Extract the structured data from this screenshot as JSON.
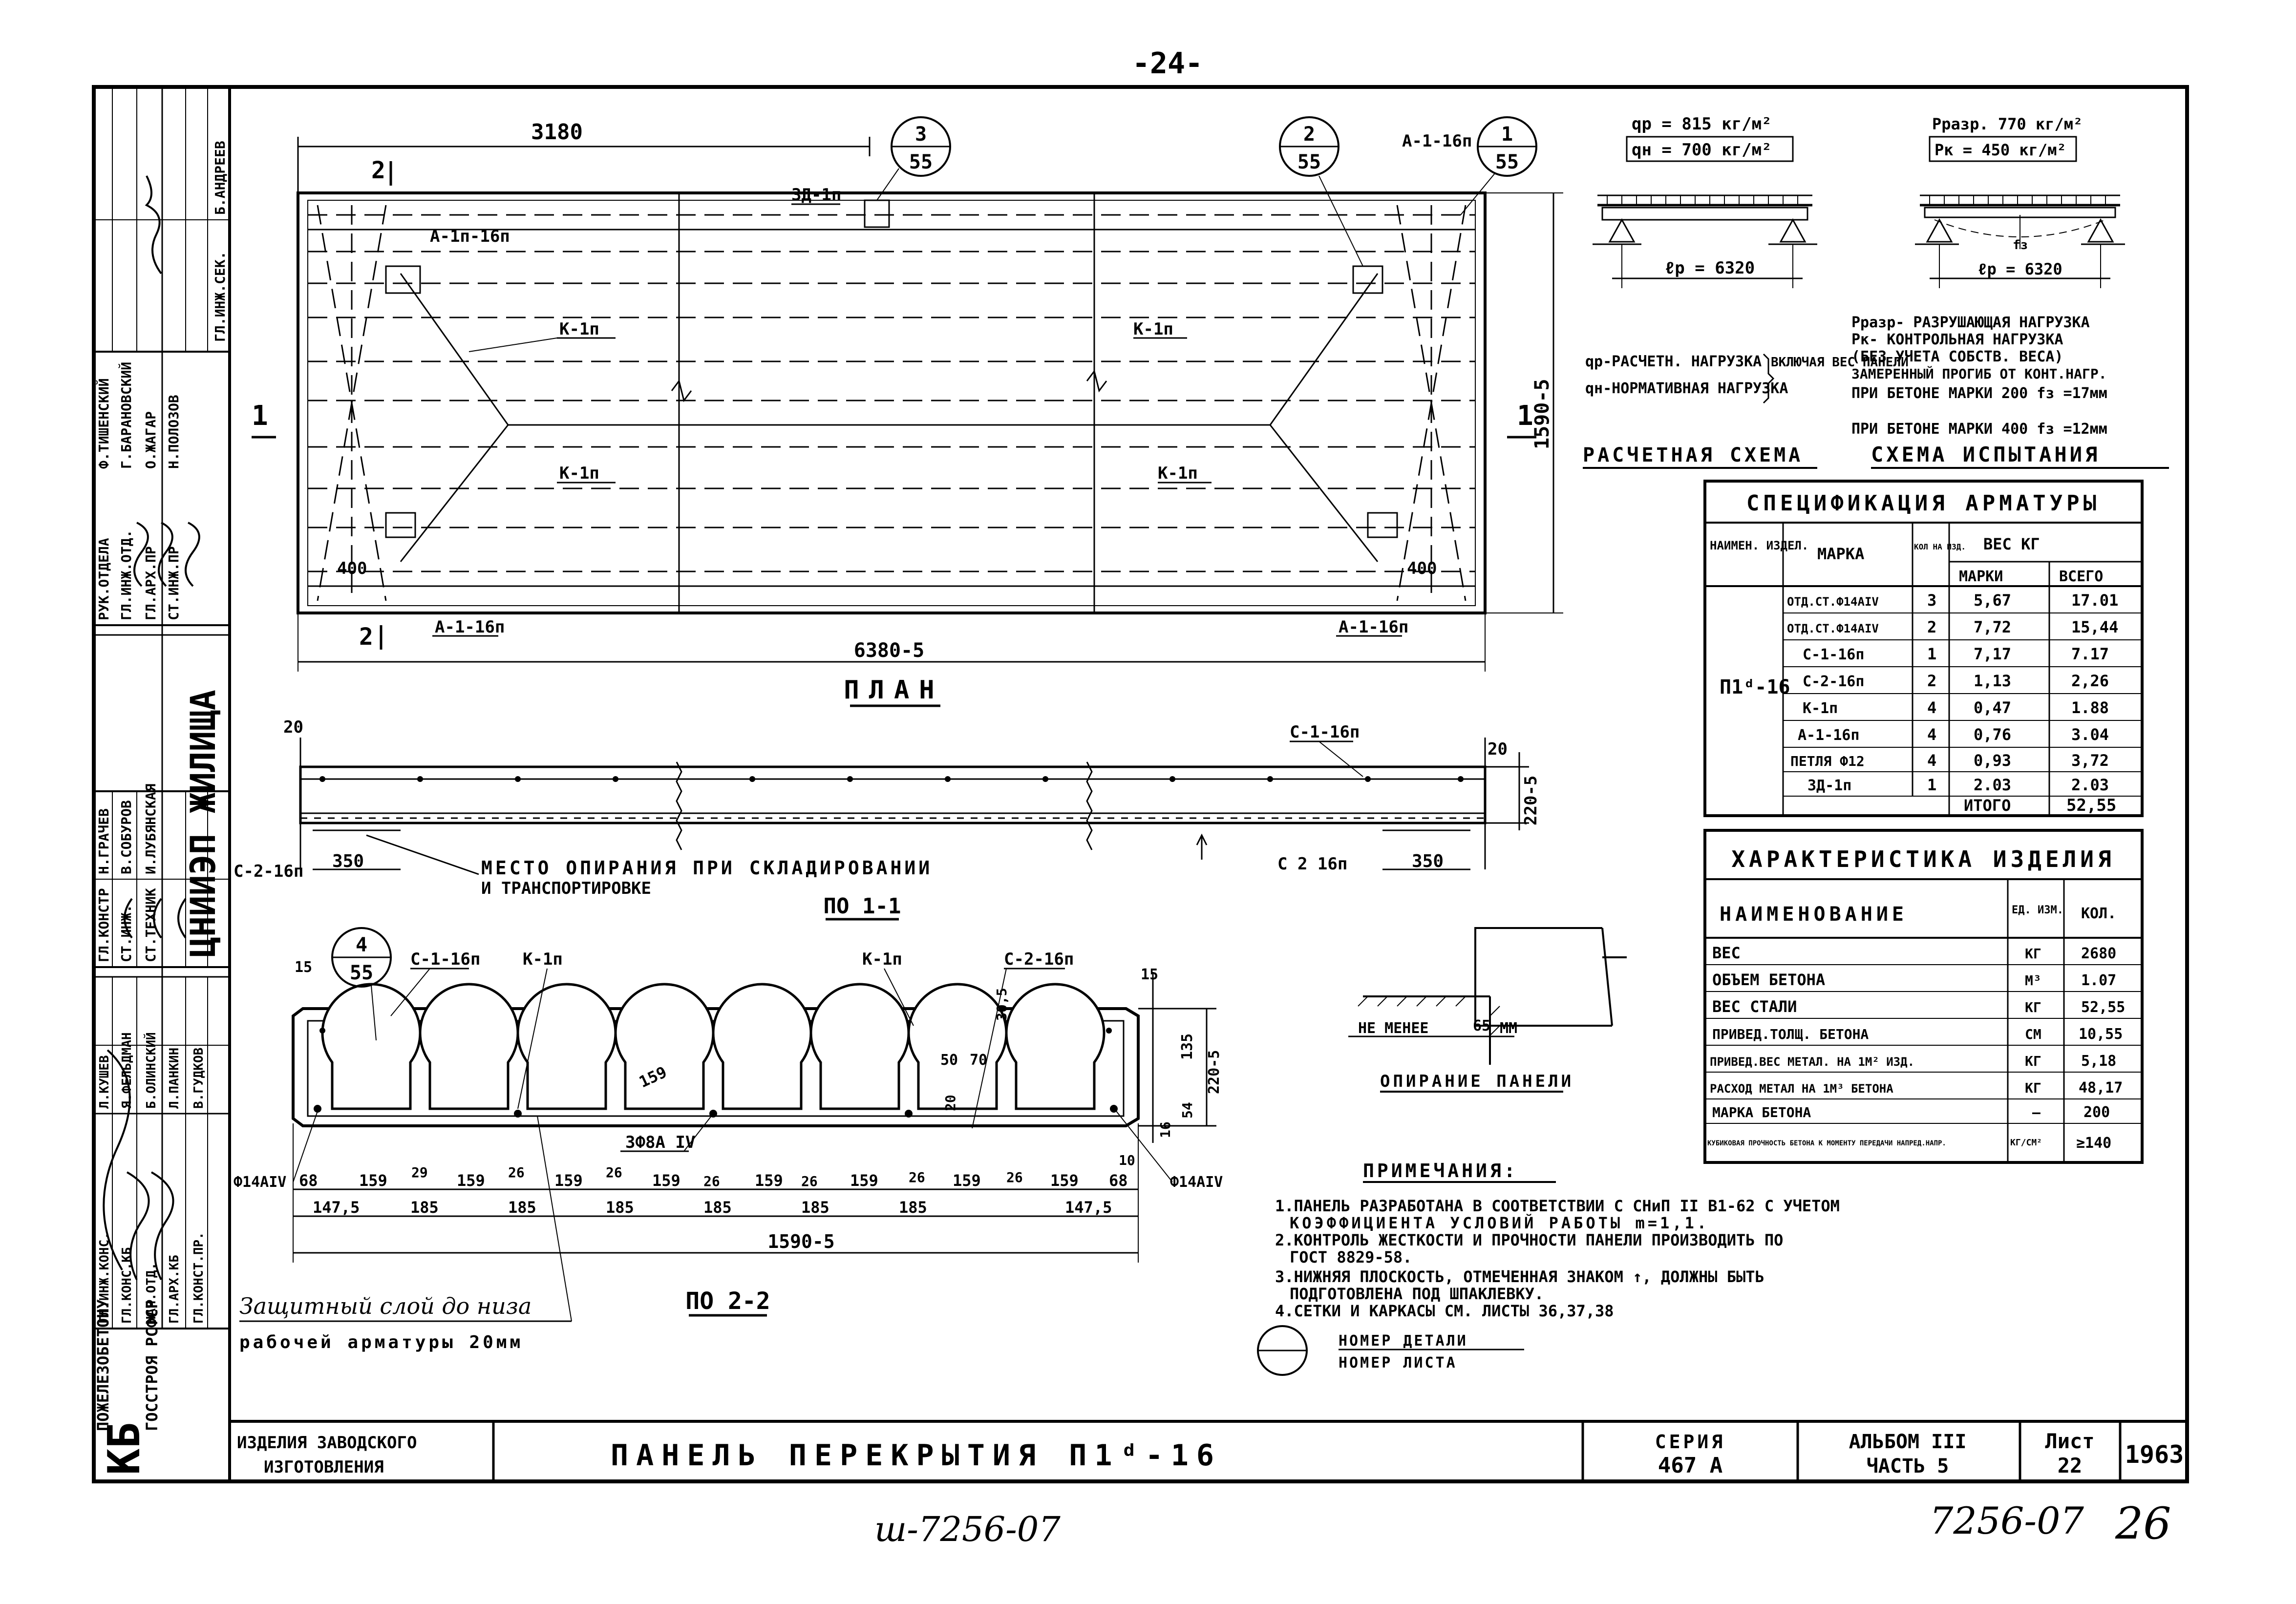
{
  "page_number": "-24-",
  "left_strip": {
    "org_big": "КБ",
    "org_line1": "ПОЖЕЛЕЗОБЕТОНУ",
    "org_line2": "ГОССТРОЯ РСФСР",
    "institute": "ЦНИИЭП ЖИЛИЩА",
    "sig_rows_top": [
      [
        "ГЛ.ИНЖ.СЕК.",
        "Б.АНДРЕЕВ"
      ],
      [
        "РУК.ОТДЕЛА",
        "Ф.ТИШЕНСКИЙ"
      ],
      [
        "ГЛ.ИНЖ.ОТД.",
        "Г.БАРАНОВСКИЙ"
      ],
      [
        "ГЛ.АРХ.ПР",
        "О.ЖАГАР"
      ],
      [
        "СТ.ИНЖ.ПР",
        "Н.ПОЛОЗОВ"
      ]
    ],
    "sig_rows_mid": [
      [
        "ГЛ.КОНСТР",
        "Н.ГРАЧЕВ"
      ],
      [
        "СТ.ИНЖ.",
        "В.СОБУРОВ"
      ],
      [
        "СТ.ТЕХНИК",
        "И.ЛУБЯНСКАЯ"
      ]
    ],
    "sig_rows_bot": [
      [
        "ГЛ.ИНЖ.КОНС.",
        "Л.КУШЕВ"
      ],
      [
        "ГЛ.КОНС.КБ",
        "Я.ФЕЛЬДМАН"
      ],
      [
        "НАЧ.ОТД.",
        "Б.ОЛИНСКИЙ"
      ],
      [
        "ГЛ.АРХ.КБ",
        "Л.ПАНКИН"
      ],
      [
        "ГЛ.КОНСТ.ПР.",
        "В.ГУДКОВ"
      ]
    ]
  },
  "plan": {
    "dim_top": "3180",
    "dim_side": "1590-5",
    "dim_bottom": "6380-5",
    "dim_400_left": "400",
    "dim_400_right": "400",
    "label_zd": "ЗД-1п",
    "label_a1_16p_top": "А-1-16п",
    "label_a1p_16p": "А-1п-16п",
    "label_k1p": "К-1п",
    "label_a1_16p_bot": "А-1-16п",
    "section_1": "1",
    "section_2": "2",
    "callout_3": {
      "num": "3",
      "sheet": "55"
    },
    "callout_2": {
      "num": "2",
      "sheet": "55"
    },
    "callout_1": {
      "num": "1",
      "sheet": "55"
    },
    "title": "ПЛАН"
  },
  "section_1": {
    "label_s1": "С-1-16п",
    "label_s2_left": "С-2-16п",
    "label_s2_right": "С 2 16п",
    "dim_20": "20",
    "dim_220": "220-5",
    "dim_350_left": "350",
    "dim_350_right": "350",
    "support_note_1": "МЕСТО ОПИРАНИЯ ПРИ СКЛАДИРОВАНИИ",
    "support_note_2": "И ТРАНСПОРТИРОВКЕ",
    "title": "ПО 1-1"
  },
  "section_2": {
    "callout_4": {
      "num": "4",
      "sheet": "55"
    },
    "label_s1": "С-1-16п",
    "label_k1p": "К-1п",
    "label_s2": "С-2-16п",
    "dim_15": "15",
    "dim_159": "159",
    "dim_30_5": "30,5",
    "dim_50": "50",
    "dim_70": "70",
    "dim_20": "20",
    "dim_135": "135",
    "dim_220": "220-5",
    "dim_54": "54",
    "dim_16": "16",
    "dim_10": "10",
    "rebar_label": "3Ф8А IV",
    "phi14_left": "Ф14АIV",
    "phi14_right": "Ф14АIV",
    "dims_row1": [
      "68",
      "159",
      "29",
      "159",
      "26",
      "159",
      "26",
      "159",
      "26",
      "159",
      "26",
      "159",
      "26",
      "159",
      "26",
      "159",
      "68"
    ],
    "dims_row2": [
      "147,5",
      "185",
      "185",
      "185",
      "185",
      "185",
      "185",
      "147,5"
    ],
    "dim_total": "1590-5",
    "cover_note_1": "Защитный слой до низа",
    "cover_note_2": "рабочей арматуры 20мм",
    "title": "ПО 2-2"
  },
  "calc_scheme": {
    "qp_label": "qр = 815 кг/м²",
    "qn_label": "qн = 700 кг/м²",
    "span": "ℓр = 6320",
    "legend_qp": "qр-РАСЧЕТН. НАГРУЗКА",
    "legend_qn": "qн-НОРМАТИВНАЯ НАГРУЗКА",
    "legend_incl": "ВКЛЮЧАЯ ВЕС ПАНЕЛИ",
    "title": "РАСЧЕТНАЯ СХЕМА"
  },
  "test_scheme": {
    "pr_label": "Рразр. 770 кг/м²",
    "pk_label": "Рк = 450 кг/м²",
    "f_label": "fз",
    "span": "ℓр = 6320",
    "notes": [
      "Рразр- РАЗРУШАЮЩАЯ НАГРУЗКА",
      "Рк- КОНТРОЛЬНАЯ НАГРУЗКА",
      "(БЕЗ УЧЕТА СОБСТВ. ВЕСА)",
      "ЗАМЕРЕННЫЙ ПРОГИБ ОТ КОНТ.НАГР.",
      "ПРИ БЕТОНЕ МАРКИ 200 fз =17мм",
      "ПРИ БЕТОНЕ МАРКИ 400 fз =12мм"
    ],
    "title": "СХЕМА ИСПЫТАНИЯ"
  },
  "spec_table": {
    "title": "СПЕЦИФИКАЦИЯ АРМАТУРЫ",
    "col_name": "НАИМЕН. ИЗДЕЛ.",
    "col_mark": "МАРКА",
    "col_qty": "КОЛ НА ИЗД.",
    "col_weight": "ВЕС КГ",
    "col_w_mark": "МАРКИ",
    "col_w_total": "ВСЕГО",
    "product": "П1ᵈ-16",
    "rows": [
      [
        "ОТД.СТ.Ф14АIV",
        "3",
        "5,67",
        "17.01"
      ],
      [
        "ОТД.СТ.Ф14АIV",
        "2",
        "7,72",
        "15,44"
      ],
      [
        "С-1-16п",
        "1",
        "7,17",
        "7.17"
      ],
      [
        "С-2-16п",
        "2",
        "1,13",
        "2,26"
      ],
      [
        "К-1п",
        "4",
        "0,47",
        "1.88"
      ],
      [
        "А-1-16п",
        "4",
        "0,76",
        "3.04"
      ],
      [
        "ПЕТЛЯ Ф12",
        "4",
        "0,93",
        "3,72"
      ],
      [
        "ЗД-1п",
        "1",
        "2.03",
        "2.03"
      ]
    ],
    "total_label": "ИТОГО",
    "total_value": "52,55"
  },
  "char_table": {
    "title": "ХАРАКТЕРИСТИКА ИЗДЕЛИЯ",
    "col_name": "НАИМЕНОВАНИЕ",
    "col_unit": "ЕД. ИЗМ.",
    "col_qty": "КОЛ.",
    "rows": [
      [
        "ВЕС",
        "КГ",
        "2680"
      ],
      [
        "ОБЪЕМ БЕТОНА",
        "М³",
        "1.07"
      ],
      [
        "ВЕС СТАЛИ",
        "КГ",
        "52,55"
      ],
      [
        "ПРИВЕД.ТОЛЩ. БЕТОНА",
        "СМ",
        "10,55"
      ],
      [
        "ПРИВЕД.ВЕС МЕТАЛ. НА 1М² ИЗД.",
        "КГ",
        "5,18"
      ],
      [
        "РАСХОД МЕТАЛ НА 1М³ БЕТОНА",
        "КГ",
        "48,17"
      ],
      [
        "МАРКА БЕТОНА",
        "–",
        "200"
      ],
      [
        "КУБИКОВАЯ ПРОЧНОСТЬ БЕТОНА К МОМЕНТУ ПЕРЕДАЧИ НАПРЕД.НАПР.",
        "КГ/СМ²",
        "≥140"
      ]
    ]
  },
  "support_detail": {
    "not_less": "НЕ МЕНЕЕ",
    "dim": "65",
    "unit": "ММ",
    "title": "ОПИРАНИЕ ПАНЕЛИ"
  },
  "notes": {
    "title": "ПРИМЕЧАНИЯ:",
    "items": [
      "1.ПАНЕЛЬ РАЗРАБОТАНА В СООТВЕТСТВИИ С СНиП II В1-62 С УЧЕТОМ",
      "КОЭФФИЦИЕНТА УСЛОВИЙ РАБОТЫ m=1,1.",
      "2.КОНТРОЛЬ ЖЕСТКОСТИ И ПРОЧНОСТИ ПАНЕЛИ ПРОИЗВОДИТЬ ПО",
      "ГОСТ 8829-58.",
      "3.НИЖНЯЯ ПЛОСКОСТЬ, ОТМЕЧЕННАЯ ЗНАКОМ ↑, ДОЛЖНЫ БЫТЬ",
      "ПОДГОТОВЛЕНА ПОД ШПАКЛЕВКУ.",
      "4.СЕТКИ И КАРКАСЫ СМ. ЛИСТЫ 36,37,38"
    ],
    "legend_top": "НОМЕР ДЕТАЛИ",
    "legend_bottom": "НОМЕР ЛИСТА"
  },
  "title_block": {
    "left_1": "ИЗДЕЛИЯ ЗАВОДСКОГО",
    "left_2": "ИЗГОТОВЛЕНИЯ",
    "main_title": "ПАНЕЛЬ ПЕРЕКРЫТИЯ П1ᵈ-16",
    "series_label": "СЕРИЯ",
    "series_value": "467 А",
    "album_label": "АЛЬБОМ III",
    "album_part": "ЧАСТЬ 5",
    "sheet_label": "Лист",
    "sheet_value": "22",
    "year": "1963"
  },
  "footer": {
    "code_left": "ш-7256-07",
    "code_right": "7256-07",
    "page_right": "26"
  }
}
